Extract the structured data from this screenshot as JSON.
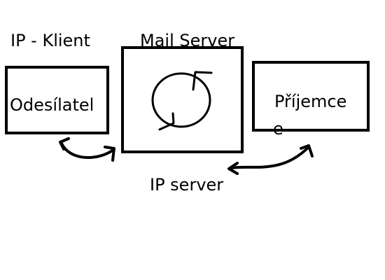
{
  "diagram": {
    "labels": {
      "client_ip": "IP - Klient",
      "mail_server": "Mail Server",
      "sender": "Odesílatel",
      "recipient_line1": "Příjemce",
      "recipient_line2": "e",
      "server_ip": "IP server"
    },
    "colors": {
      "stroke": "#000000",
      "background": "#ffffff"
    },
    "icons": {
      "server_cycle": "cycle-icon"
    }
  }
}
